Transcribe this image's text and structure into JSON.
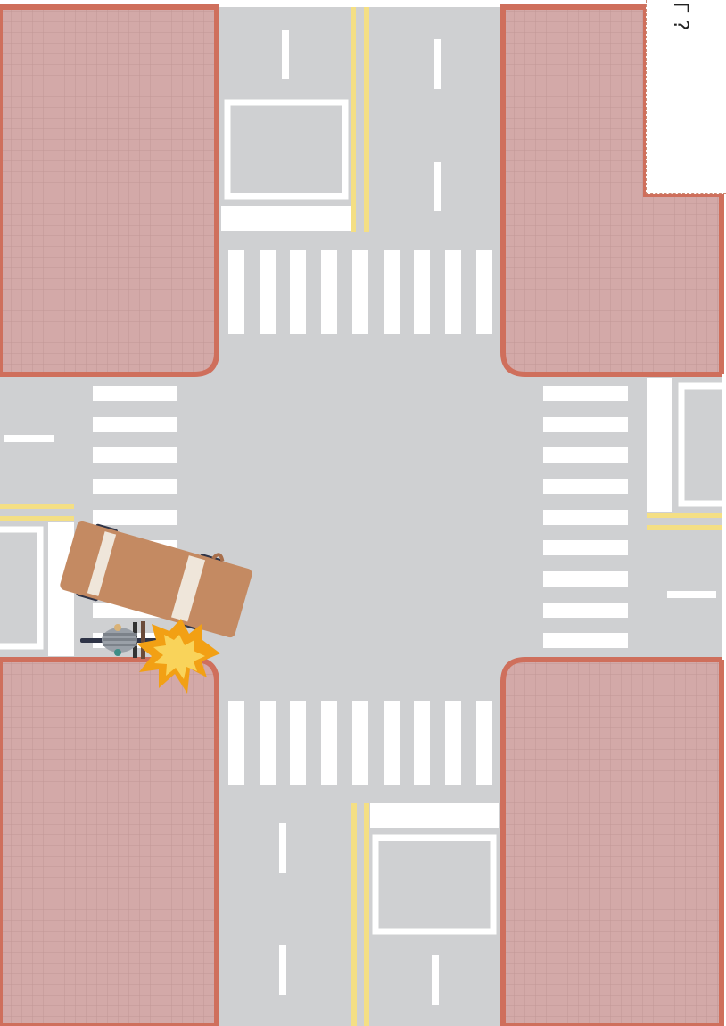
{
  "scene": {
    "type": "intersection-crash-diagram",
    "colors": {
      "road": "#cfd0d2",
      "sidewalk": "#d3a9a8",
      "sidewalk_grid": "#c29696",
      "curb": "#cf6f5c",
      "marking_white": "#ffffff",
      "marking_yellow": "#f4df84",
      "car_body": "#c48a62",
      "car_window": "#efe6da",
      "crash_outer": "#f2a014",
      "crash_inner": "#f9d35a"
    },
    "vehicles": [
      {
        "kind": "car",
        "icon": "car-icon"
      },
      {
        "kind": "bicycle",
        "icon": "cyclist-icon"
      }
    ],
    "collision_icon": "explosion-icon"
  },
  "note": {
    "label": "Г ?"
  }
}
